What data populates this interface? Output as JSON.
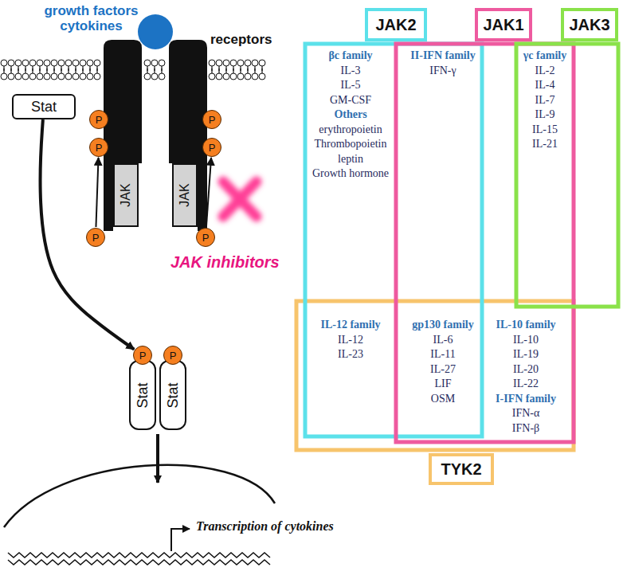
{
  "diagram": {
    "nodes": [
      {
        "text": [
          "Stat"
        ]
      },
      {
        "text": [
          "P"
        ]
      },
      {
        "text": [
          "P"
        ]
      },
      {
        "text": [
          "P"
        ]
      },
      {
        "text": [
          "P"
        ]
      },
      {
        "text": [
          "JAK"
        ]
      },
      {
        "text": [
          "JAK"
        ]
      },
      {
        "text": [
          "P"
        ]
      },
      {
        "text": [
          "P"
        ]
      },
      {
        "text": [
          "P"
        ]
      },
      {
        "text": [
          "P"
        ]
      },
      {
        "text": [
          "Stat"
        ]
      },
      {
        "text": [
          "Stat"
        ]
      },
      {
        "text": [
          "JAK2"
        ]
      },
      {
        "text": [
          "JAK1"
        ]
      },
      {
        "text": [
          "JAK3"
        ]
      },
      {
        "text": [
          "TYK2"
        ]
      }
    ],
    "edges": [
      {
        "from": 7,
        "to": 2,
        "arrow": "to"
      },
      {
        "from": 8,
        "to": 4,
        "arrow": "to"
      },
      {
        "from": 0,
        "to": 9,
        "arrow": "to"
      }
    ],
    "labels": [
      "growth factors cytokines",
      "receptors",
      "JAK inhibitors",
      "Transcription of cytokines",
      "βc family",
      "IL-3",
      "IL-5",
      "GM-CSF",
      "Others",
      "erythropoietin",
      "Thrombopoietin",
      "leptin",
      "Growth hormone",
      "II-IFN family",
      "IFN-γ",
      "γc family",
      "IL-2",
      "IL-4",
      "IL-7",
      "IL-9",
      "IL-15",
      "IL-21",
      "IL-12 family",
      "IL-12",
      "IL-23",
      "gp130 family",
      "IL-6",
      "IL-11",
      "IL-27",
      "LIF",
      "OSM",
      "IL-10 family",
      "IL-10",
      "IL-19",
      "IL-20",
      "IL-22",
      "I-IFN family",
      "IFN-α",
      "IFN-β"
    ]
  }
}
